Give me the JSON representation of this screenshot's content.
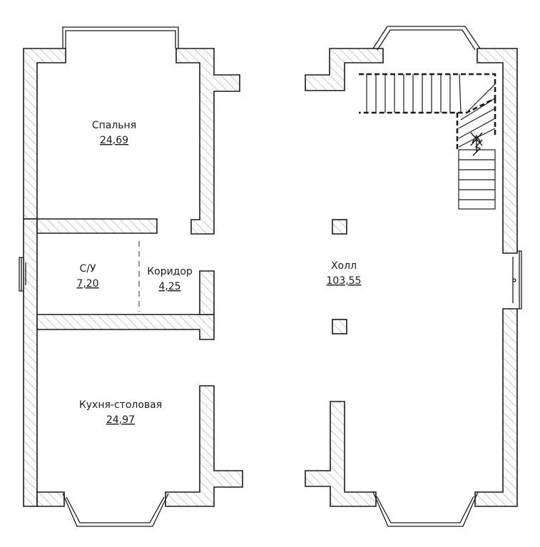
{
  "rooms": {
    "bedroom": {
      "name": "Спальня",
      "area": "24,69"
    },
    "bathroom": {
      "name": "С/У",
      "area": "7,20"
    },
    "corridor": {
      "name": "Коридор",
      "area": "4,25"
    },
    "kitchen": {
      "name": "Кухня-столовая",
      "area": "24,97"
    },
    "hall": {
      "name": "Холл",
      "area": "103,55"
    }
  },
  "colors": {
    "wall_hatch": "#8a8a8a",
    "wall_outline": "#1a1a1a",
    "background": "#ffffff"
  }
}
